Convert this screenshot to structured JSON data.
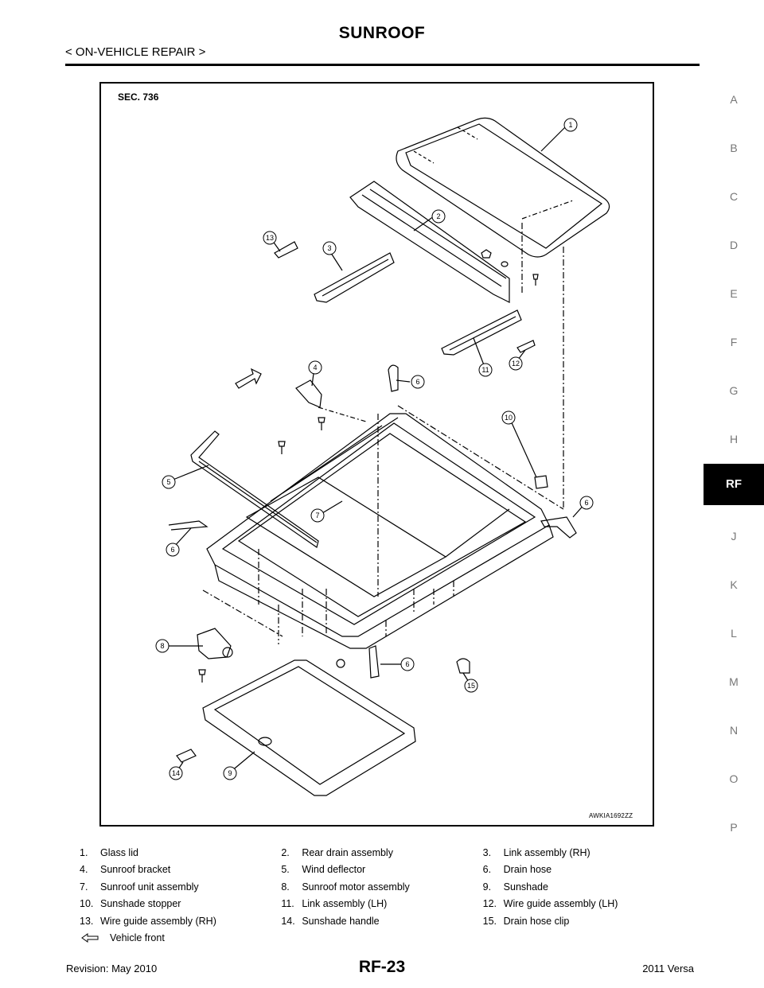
{
  "header": {
    "title": "SUNROOF",
    "subtitle": "< ON-VEHICLE REPAIR >"
  },
  "side_tabs": [
    "A",
    "B",
    "C",
    "D",
    "E",
    "F",
    "G",
    "H",
    "RF",
    "J",
    "K",
    "L",
    "M",
    "N",
    "O",
    "P"
  ],
  "active_tab": "RF",
  "figure": {
    "sec_label": "SEC. 736",
    "figure_id": "AWKIA1692ZZ",
    "callouts": [
      "1",
      "2",
      "3",
      "4",
      "5",
      "6",
      "7",
      "8",
      "9",
      "10",
      "11",
      "12",
      "13",
      "14",
      "15"
    ]
  },
  "legend": [
    [
      {
        "num": "1.",
        "text": "Glass lid"
      },
      {
        "num": "2.",
        "text": "Rear drain assembly"
      },
      {
        "num": "3.",
        "text": "Link assembly (RH)"
      }
    ],
    [
      {
        "num": "4.",
        "text": "Sunroof bracket"
      },
      {
        "num": "5.",
        "text": "Wind deflector"
      },
      {
        "num": "6.",
        "text": "Drain hose"
      }
    ],
    [
      {
        "num": "7.",
        "text": "Sunroof unit assembly"
      },
      {
        "num": "8.",
        "text": "Sunroof motor assembly"
      },
      {
        "num": "9.",
        "text": "Sunshade"
      }
    ],
    [
      {
        "num": "10.",
        "text": "Sunshade stopper"
      },
      {
        "num": "11.",
        "text": "Link assembly (LH)"
      },
      {
        "num": "12.",
        "text": "Wire guide assembly (LH)"
      }
    ],
    [
      {
        "num": "13.",
        "text": "Wire guide assembly (RH)"
      },
      {
        "num": "14.",
        "text": "Sunshade handle"
      },
      {
        "num": "15.",
        "text": "Drain hose clip"
      }
    ]
  ],
  "legend_front": "Vehicle front",
  "footer": {
    "revision": "Revision: May 2010",
    "page": "RF-23",
    "model": "2011 Versa"
  }
}
